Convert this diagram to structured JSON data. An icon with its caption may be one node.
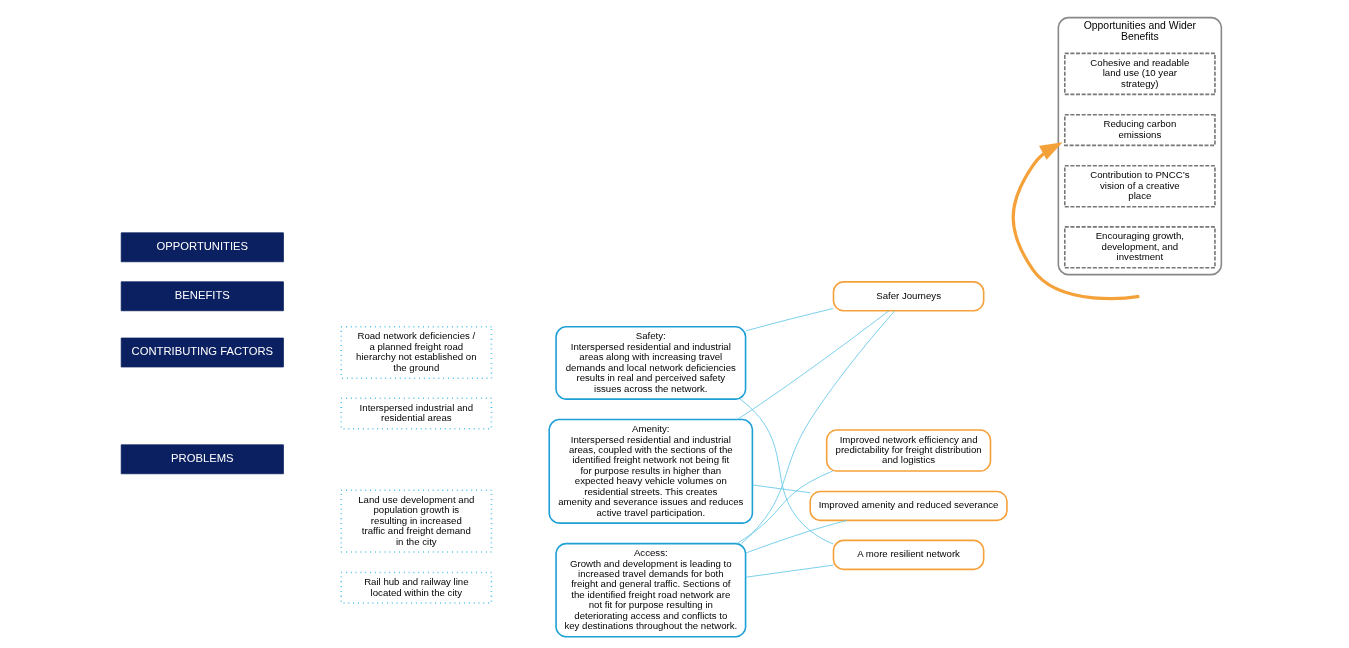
{
  "diagram": {
    "nodes": [
      {
        "text": [
          "Road network deficiencies / a planned freight road hierarchy not established on the ground"
        ]
      },
      {
        "text": [
          "Interspersed industrial and residential areas"
        ]
      },
      {
        "text": [
          "Land use development and population growth is resulting in increased traffic and freight demand in the city"
        ]
      },
      {
        "text": [
          "Rail hub and railway line located within the city"
        ]
      },
      {
        "text": [
          "Safety:",
          "Interspersed residential and industrial areas along with increasing travel demands and local network deficiencies results in real and perceived safety issues across the network."
        ]
      },
      {
        "text": [
          "Amenity:",
          "Interspersed residential and industrial areas, coupled with the sections of the identified freight network not being fit for purpose results in higher than expected heavy vehicle volumes on residential streets. This creates amenity and severance issues and reduces active travel participation."
        ]
      },
      {
        "text": [
          "Access:",
          "Growth and development is leading to increased travel demands for both freight and general traffic. Sections of the identified freight road network are not fit for purpose resulting in deteriorating access and conflicts to key destinations throughout the network."
        ]
      },
      {
        "text": [
          "Safer Journeys"
        ]
      },
      {
        "text": [
          "Improved network efficiency and predictability for freight distribution and logistics"
        ]
      },
      {
        "text": [
          "Improved amenity and reduced severance"
        ]
      },
      {
        "text": [
          "A more resilient network"
        ]
      },
      {
        "text": [
          "Opportunities and Wider Benefits"
        ]
      },
      {
        "text": [
          "Encouraging growth, development, and investment"
        ],
        "in": 11
      },
      {
        "text": [
          "Contribution to PNCC’s vision of a creative place"
        ],
        "in": 11
      },
      {
        "text": [
          "Reducing carbon emissions"
        ],
        "in": 11
      },
      {
        "text": [
          "Cohesive and readable land use (10 year strategy)"
        ],
        "in": 11
      }
    ],
    "edges": [
      {
        "from": 4,
        "to": 7,
        "arrow": "none"
      },
      {
        "from": 4,
        "to": 10,
        "arrow": "none"
      },
      {
        "from": 5,
        "to": 7,
        "arrow": "none"
      },
      {
        "from": 5,
        "to": 9,
        "arrow": "none"
      },
      {
        "from": 6,
        "to": 7,
        "arrow": "none"
      },
      {
        "from": 6,
        "to": 8,
        "arrow": "none"
      },
      {
        "from": 6,
        "to": 9,
        "arrow": "none"
      },
      {
        "from": 6,
        "to": 10,
        "arrow": "none"
      },
      {
        "from": null,
        "to": 11,
        "arrow": "to",
        "color": "#f5a13a",
        "style": "thick"
      }
    ],
    "labels": [
      "CONTRIBUTING FACTORS",
      "PROBLEMS",
      "BENEFITS",
      "OPPORTUNITIES"
    ]
  }
}
